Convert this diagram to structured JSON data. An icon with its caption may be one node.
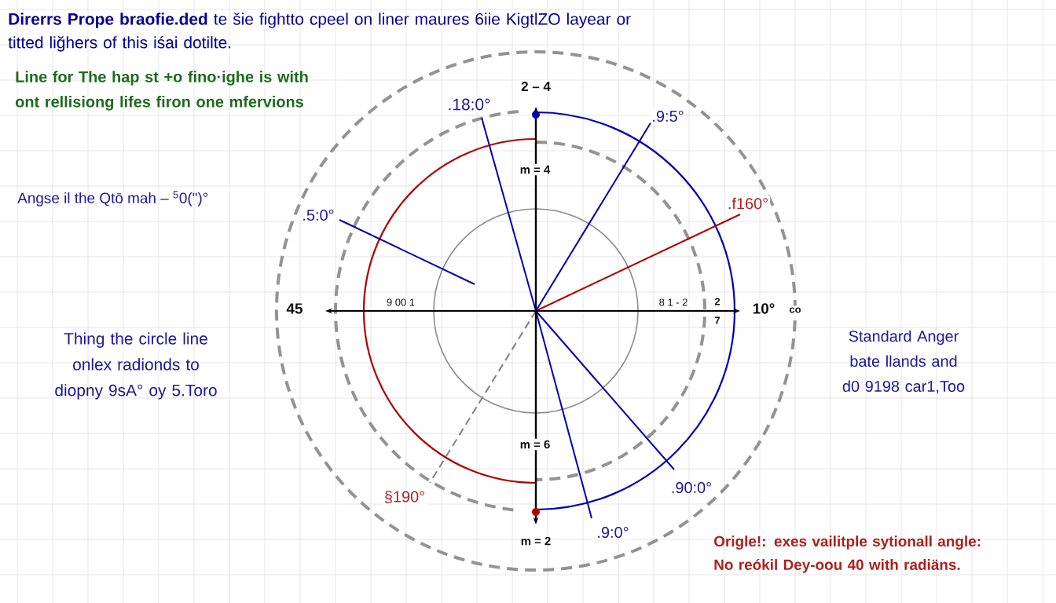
{
  "diagram": {
    "title": "**Direrrs Prope braofie.ded** te šie fightto cpeel on liner maures 6iie KigtlZO layear or titted liğhers of this iśai dotilte.",
    "labels": [
      "Line for The hap st +o fino·ighe is with ont rellisiong lifes firon one mfervions",
      "Angse il the Qtō mah – $^{5}$0(\")°",
      "Thing the circle line onlex radionds to diopny 9sA° oy 5.Toro",
      "Standard Anger bate llands and d0 9198 car1,Too",
      "Origle!: exes vailitple sytionall angle: No reókil Dey-oou 40 with radiäns.",
      "2 – 4",
      ".18:0°",
      ".9:5°",
      ".5:0°",
      ".f160°",
      "45",
      "9 00 1",
      "8 1 - 2",
      "2",
      "7",
      "10°",
      "co",
      "m = 4",
      "m = 6",
      "§190°",
      ".90:0°",
      ".9:0°",
      "m = 2"
    ]
  }
}
